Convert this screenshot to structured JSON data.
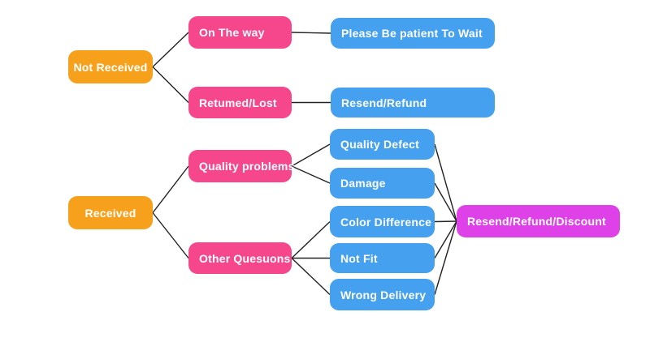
{
  "diagram": {
    "type": "flowchart",
    "colors": {
      "orange": "#F7A01B",
      "pink": "#F7478C",
      "blue": "#45A1EF",
      "magenta": "#DE41E7",
      "line": "#222222",
      "text": "#FFFFFF",
      "background": "#FFFFFF"
    },
    "nodes": {
      "not_received": {
        "label": "Not Received"
      },
      "on_the_way": {
        "label": "On The way"
      },
      "please_wait": {
        "label": "Please Be patient To Wait"
      },
      "returned_lost": {
        "label": "Retumed/Lost"
      },
      "resend_refund": {
        "label": "Resend/Refund"
      },
      "received": {
        "label": "Received"
      },
      "quality_problems": {
        "label": "Quality problems"
      },
      "other_questions": {
        "label": "Other Quesuons"
      },
      "quality_defect": {
        "label": "Quality Defect"
      },
      "damage": {
        "label": "Damage"
      },
      "color_difference": {
        "label": "Color Difference"
      },
      "not_fit": {
        "label": "Not Fit"
      },
      "wrong_delivery": {
        "label": "Wrong Delivery"
      },
      "resend_refund_discount": {
        "label": "Resend/Refund/Discount"
      }
    },
    "edges": [
      {
        "from": "not_received",
        "to": "on_the_way"
      },
      {
        "from": "not_received",
        "to": "returned_lost"
      },
      {
        "from": "on_the_way",
        "to": "please_wait"
      },
      {
        "from": "returned_lost",
        "to": "resend_refund"
      },
      {
        "from": "received",
        "to": "quality_problems"
      },
      {
        "from": "received",
        "to": "other_questions"
      },
      {
        "from": "quality_problems",
        "to": "quality_defect"
      },
      {
        "from": "quality_problems",
        "to": "damage"
      },
      {
        "from": "other_questions",
        "to": "color_difference"
      },
      {
        "from": "other_questions",
        "to": "not_fit"
      },
      {
        "from": "other_questions",
        "to": "wrong_delivery"
      },
      {
        "from": "quality_defect",
        "to": "resend_refund_discount"
      },
      {
        "from": "damage",
        "to": "resend_refund_discount"
      },
      {
        "from": "color_difference",
        "to": "resend_refund_discount"
      },
      {
        "from": "not_fit",
        "to": "resend_refund_discount"
      },
      {
        "from": "wrong_delivery",
        "to": "resend_refund_discount"
      }
    ]
  }
}
